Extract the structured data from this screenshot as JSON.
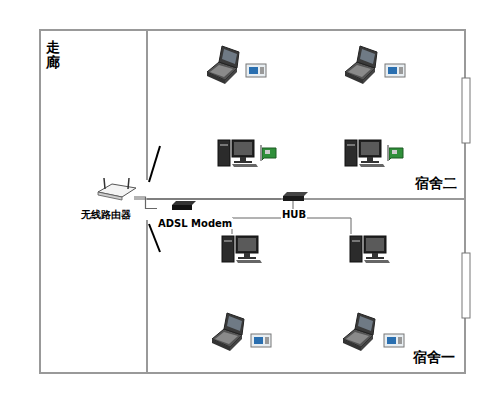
{
  "diagram": {
    "nodes": [
      {
        "text": [
          "走廊"
        ]
      },
      {
        "text": [
          "宿舍二"
        ]
      },
      {
        "text": [
          "宿舍一"
        ]
      },
      {
        "text": [
          "无线路由器"
        ]
      },
      {
        "text": [
          "ADSL Modem"
        ]
      },
      {
        "text": [
          "HUB"
        ]
      }
    ],
    "edges": [
      {
        "from": 3,
        "to": 5,
        "arrow": "none"
      },
      {
        "from": 3,
        "to": 4,
        "arrow": "none"
      }
    ]
  }
}
